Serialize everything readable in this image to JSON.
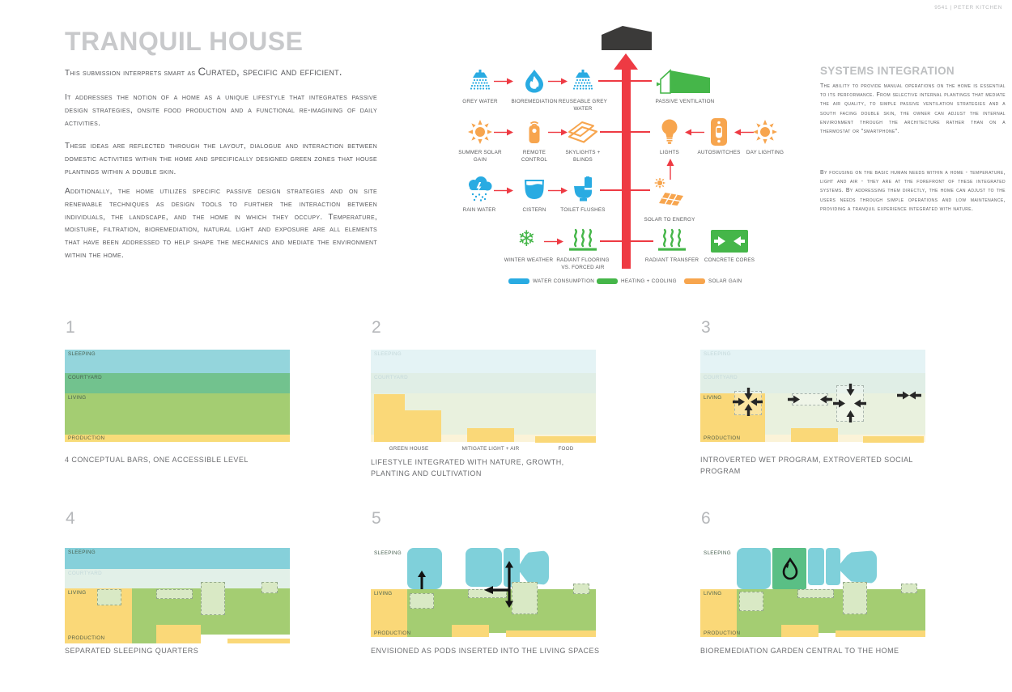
{
  "page": {
    "credit": "9541 | PETER KITCHEN"
  },
  "intro": {
    "title": "TRANQUIL HOUSE",
    "lead_small": "This submission interprets smart as ",
    "lead_large": "Curated, specific and efficient.",
    "p1": "It addresses the notion of a home as a unique lifestyle that integrates passive design strategies, onsite food production and a functional re-imagining of daily activities.",
    "p2": "These ideas are reflected through the layout, dialogue and interaction between domestic activities within the home and specifically designed green zones that house plantings within a double skin.",
    "p3": "Additionally, the home utilizes specific passive design strategies and on site renewable techniques as design tools to further the interaction between individuals, the landscape, and the home in which they occupy. Temperature, moisture, filtration, bioremediation, natural light and exposure are all elements that have been addressed to help shape the mechanics and mediate the environment within the home."
  },
  "systems": {
    "heading": "SYSTEMS INTEGRATION",
    "p1": "The ability to provide manual operations on the home is essential to its performance. From selective internal plantings that mediate the air quality, to simple passive ventilation strategies and a south facing double skin, the owner can adjust the internal environment through the architecture rather than on a thermostat or \"smartphone\".",
    "p2": "By focusing on the basic human needs within a home - temperature, light and air - they are at the forefront of these integrated systems. By addressing them directly, the home can adjust to the users needs through simple operations and low maintenance, providing a tranquil experience integrated with nature."
  },
  "flow": {
    "row1": {
      "items": [
        {
          "label": "GREY WATER"
        },
        {
          "label": "BIOREMEDIATION"
        },
        {
          "label": "REUSEABLE GREY WATER"
        },
        {
          "label": "PASSIVE VENTILATION"
        }
      ]
    },
    "row2": {
      "items": [
        {
          "label": "SUMMER SOLAR GAIN"
        },
        {
          "label": "REMOTE CONTROL"
        },
        {
          "label": "SKYLIGHTS + BLINDS"
        },
        {
          "label": "LIGHTS"
        },
        {
          "label": "AUTOSWITCHES"
        },
        {
          "label": "DAY LIGHTING"
        }
      ]
    },
    "row3": {
      "items": [
        {
          "label": "RAIN WATER"
        },
        {
          "label": "CISTERN"
        },
        {
          "label": "TOILET FLUSHES"
        },
        {
          "label": "SOLAR TO ENERGY"
        }
      ]
    },
    "row4": {
      "items": [
        {
          "label": "WINTER WEATHER"
        },
        {
          "label": "RADIANT FLOORING VS. FORCED AIR"
        },
        {
          "label": "RADIANT TRANSFER"
        },
        {
          "label": "CONCRETE CORES"
        }
      ]
    },
    "legend": [
      {
        "label": "WATER CONSUMPTION",
        "color": "#29abe2"
      },
      {
        "label": "HEATING + COOLING",
        "color": "#45b649"
      },
      {
        "label": "SOLAR GAIN",
        "color": "#f7a54e"
      }
    ]
  },
  "panels": [
    {
      "number": "1",
      "caption": "4 CONCEPTUAL BARS, ONE ACCESSIBLE LEVEL",
      "zones": [
        "SLEEPING",
        "COURTYARD",
        "LIVING",
        "PRODUCTION"
      ]
    },
    {
      "number": "2",
      "caption": "LIFESTYLE INTEGRATED WITH NATURE, GROWTH, PLANTING AND CULTIVATION",
      "zones": [
        "SLEEPING",
        "COURTYARD"
      ],
      "sublabels": [
        "GREEN HOUSE",
        "MITIGATE LIGHT + AIR",
        "FOOD"
      ]
    },
    {
      "number": "3",
      "caption": "INTROVERTED WET PROGRAM, EXTROVERTED SOCIAL PROGRAM",
      "zones": [
        "SLEEPING",
        "COURTYARD",
        "LIVING",
        "PRODUCTION"
      ]
    },
    {
      "number": "4",
      "caption": "SEPARATED SLEEPING QUARTERS",
      "zones": [
        "SLEEPING",
        "COURTYARD",
        "LIVING",
        "PRODUCTION"
      ]
    },
    {
      "number": "5",
      "caption": "ENVISIONED AS PODS INSERTED INTO THE LIVING SPACES",
      "zones": [
        "SLEEPING",
        "LIVING",
        "PRODUCTION"
      ]
    },
    {
      "number": "6",
      "caption": "BIOREMEDIATION GARDEN CENTRAL TO THE HOME",
      "zones": [
        "SLEEPING",
        "LIVING",
        "PRODUCTION"
      ]
    }
  ],
  "icons": {
    "snowflake_glyph": "❄"
  },
  "colors": {
    "water_blue": "#29abe2",
    "solar_orange": "#f7a54e",
    "heating_green": "#45b649",
    "flow_red": "#ee3a43",
    "house_black": "#3b3a39",
    "bar_sleeping": "#94d5dc",
    "bar_courtyard": "#72c28e",
    "bar_living": "#a4cd72",
    "bar_production": "#f8dc79",
    "pod_blue": "#7fd0da",
    "pod_green": "#5abf85",
    "block_yellow": "#fad878",
    "dashed_green": "#d9e9c5",
    "faded_sleeping": "#e4f3f5",
    "faded_courtyard": "#e0eee6",
    "faded_living": "#e9f1de",
    "faded_production": "#fbf3d8"
  }
}
